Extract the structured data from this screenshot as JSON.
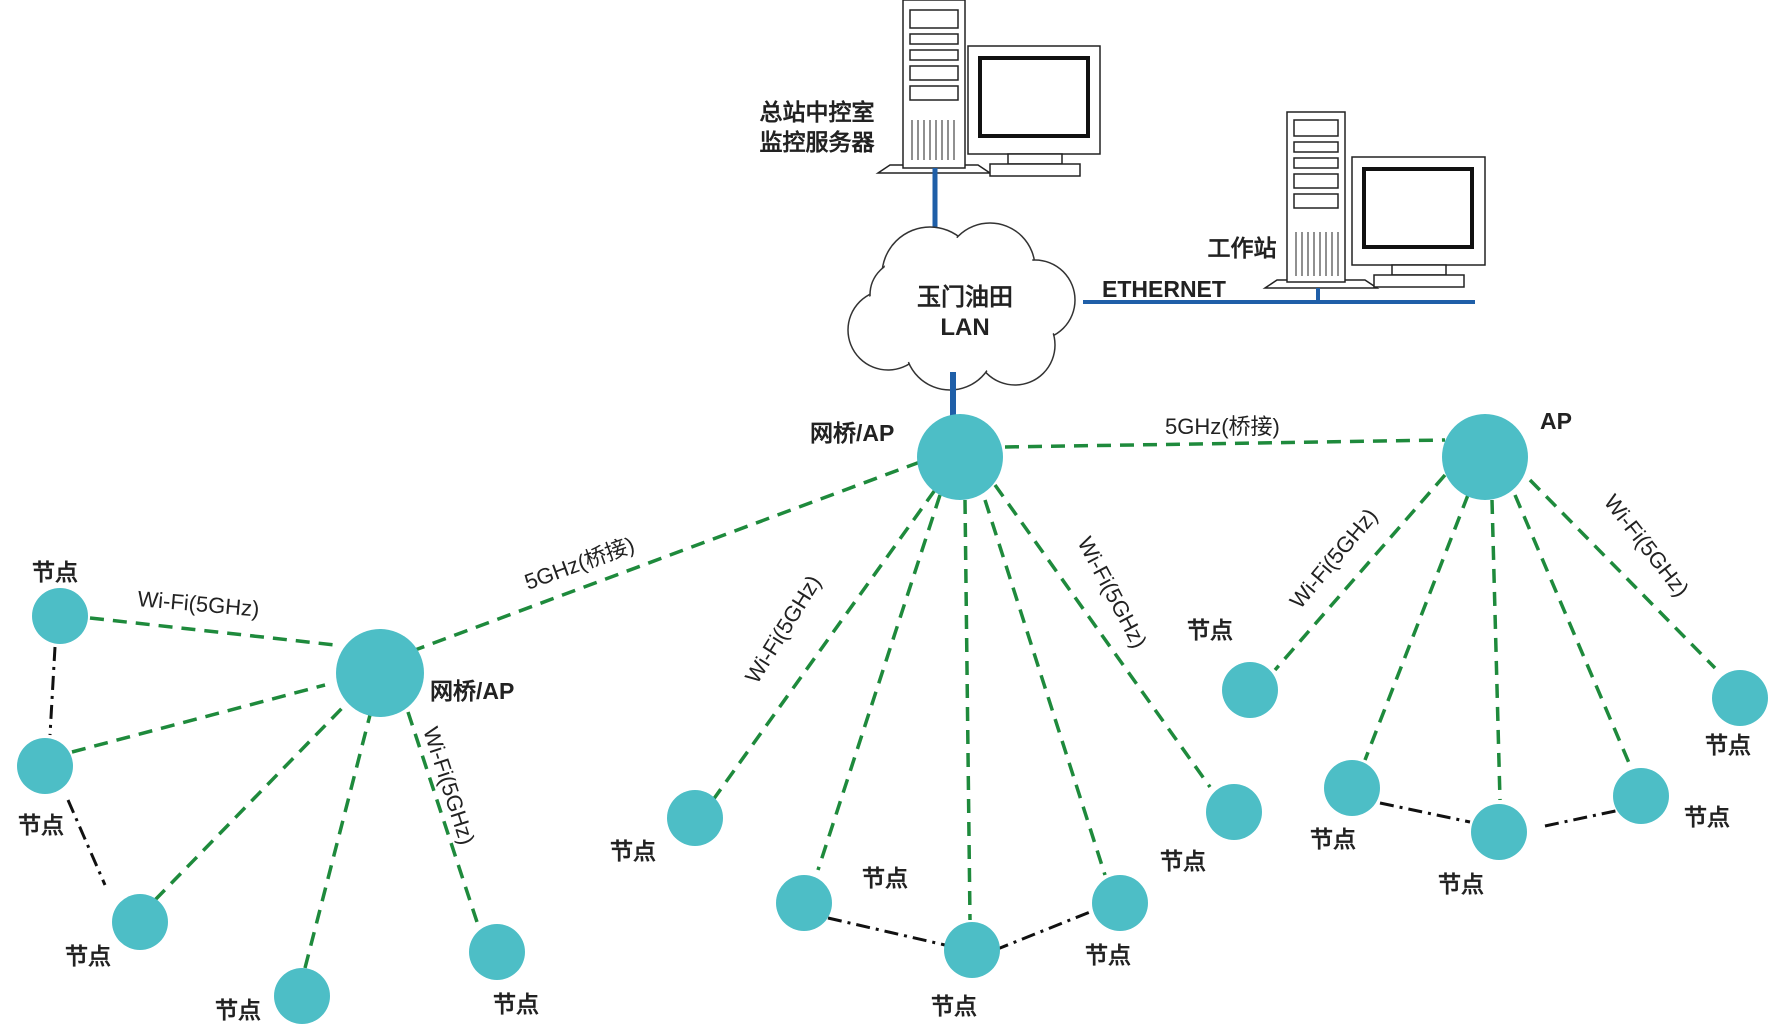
{
  "colors": {
    "node_fill": "#4DBEC6",
    "wifi_link": "#1E8A3C",
    "mesh_link": "#111111",
    "lan_cable": "#1F5FA8",
    "text": "#222222"
  },
  "labels": {
    "server": [
      "总站中控室",
      "监控服务器"
    ],
    "workstation": "工作站",
    "ethernet": "ETHERNET",
    "cloud": [
      "玉门油田",
      "LAN"
    ],
    "central_bridge": "网桥/AP",
    "left_bridge": "网桥/AP",
    "right_ap": "AP",
    "bridge_link_right": "5GHz(桥接)",
    "bridge_link_left": "5GHz(桥接)",
    "wifi_left_top": "Wi-Fi(5GHz)",
    "wifi_left_vertical": "Wi-Fi(5GHz)",
    "wifi_center_left": "Wi-Fi(5GHz)",
    "wifi_center_right": "Wi-Fi(5GHz)",
    "wifi_right_left": "Wi-Fi(5GHz)",
    "wifi_right_right": "Wi-Fi(5GHz)",
    "node": "节点"
  }
}
